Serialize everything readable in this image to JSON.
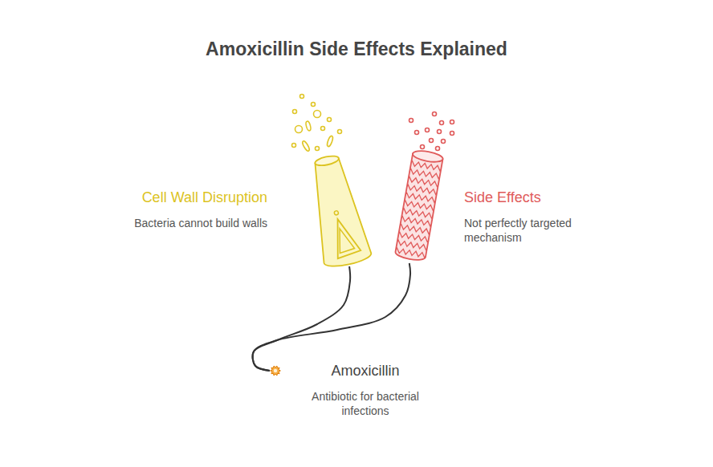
{
  "diagram": {
    "title": "Amoxicillin Side Effects Explained",
    "nodes": [
      {
        "text": [
          "Cell Wall Disruption",
          "Bacteria cannot build walls"
        ]
      },
      {
        "text": [
          "Side Effects",
          "Not perfectly targeted mechanism"
        ]
      },
      {
        "text": [
          "Amoxicillin",
          "Antibiotic for bacterial infections"
        ]
      }
    ],
    "edges": [
      {
        "from": 2,
        "to": 0,
        "arrow": "none"
      },
      {
        "from": 2,
        "to": 1,
        "arrow": "none"
      }
    ]
  }
}
